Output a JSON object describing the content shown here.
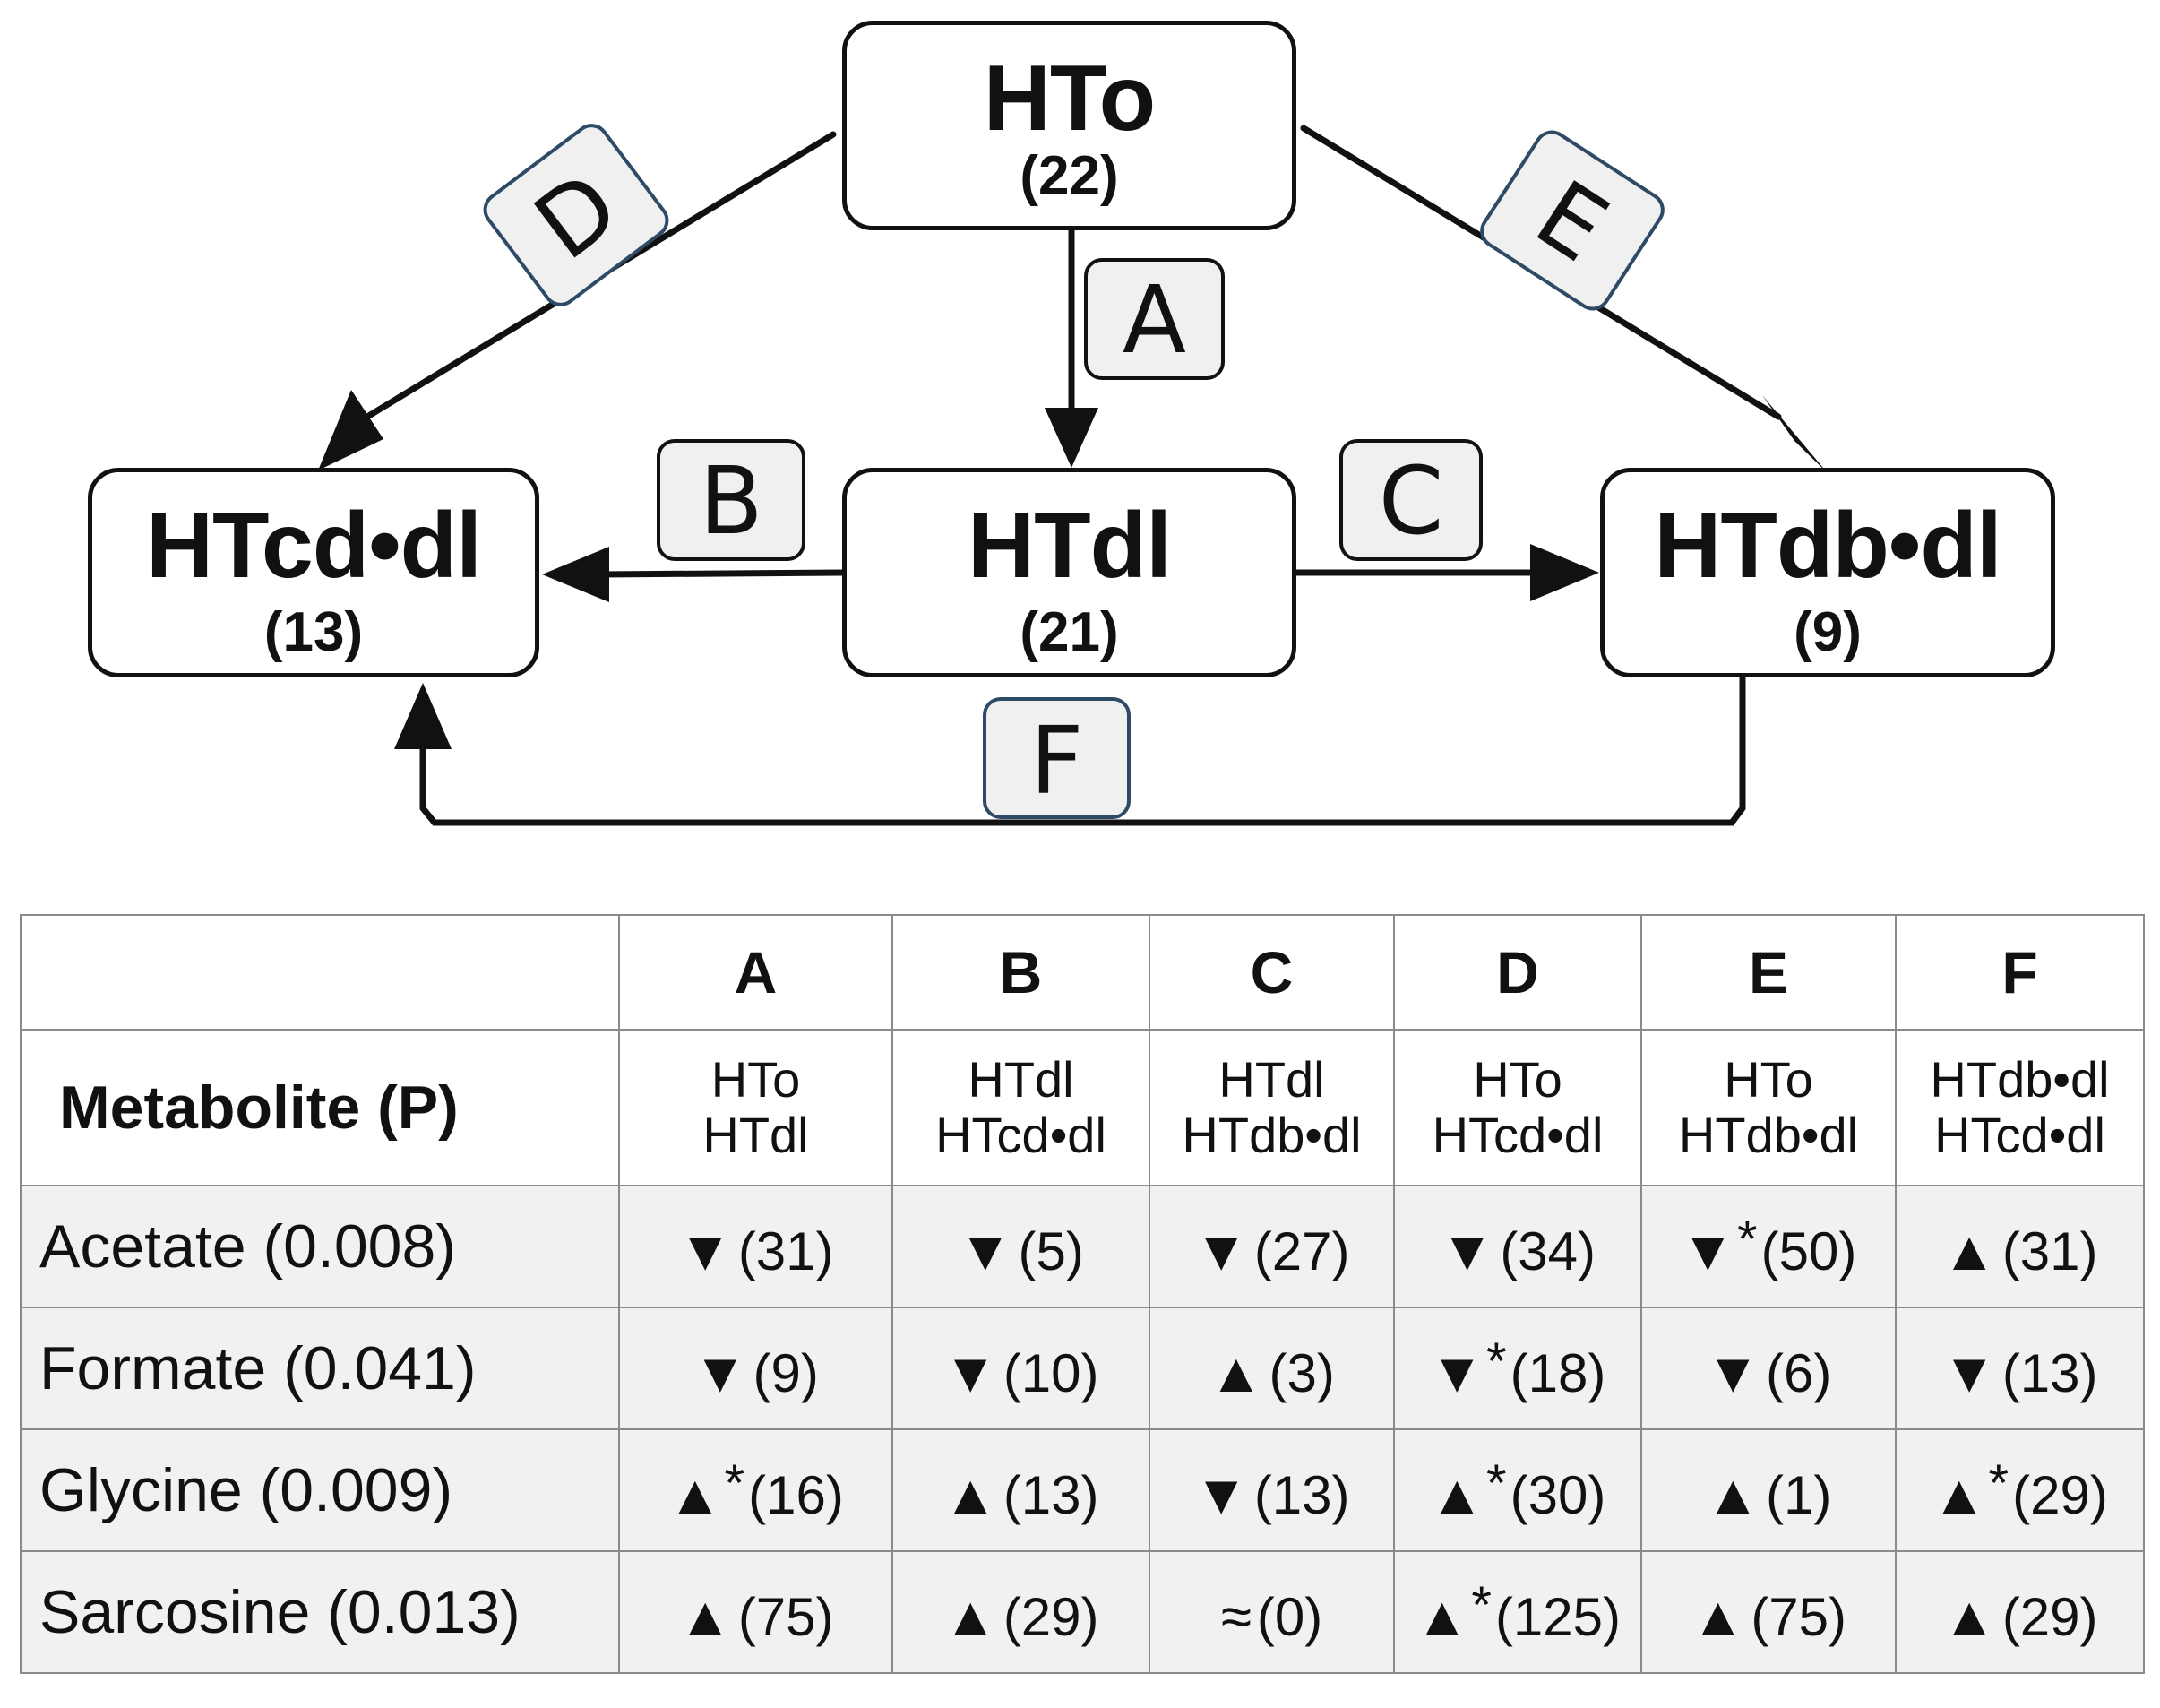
{
  "diagram": {
    "nodes": {
      "hto": {
        "label": "HTo",
        "count": "(22)"
      },
      "htdl": {
        "label": "HTdl",
        "count": "(21)"
      },
      "htcd": {
        "label": "HTcd•dl",
        "count": "(13)"
      },
      "htdb": {
        "label": "HTdb•dl",
        "count": "(9)"
      }
    },
    "edges": {
      "a": "A",
      "b": "B",
      "c": "C",
      "d": "D",
      "e": "E",
      "f": "F"
    }
  },
  "table": {
    "header_label": "Metabolite (P)",
    "columns": [
      {
        "letter": "A",
        "from": "HTo",
        "to": "HTdl"
      },
      {
        "letter": "B",
        "from": "HTdl",
        "to": "HTcd•dl"
      },
      {
        "letter": "C",
        "from": "HTdl",
        "to": "HTdb•dl"
      },
      {
        "letter": "D",
        "from": "HTo",
        "to": "HTcd•dl"
      },
      {
        "letter": "E",
        "from": "HTo",
        "to": "HTdb•dl"
      },
      {
        "letter": "F",
        "from": "HTdb•dl",
        "to": "HTcd•dl"
      }
    ],
    "rows": [
      {
        "name": "Acetate (0.008)",
        "cells": [
          {
            "arrow": "▼",
            "star": "",
            "value": "(31)"
          },
          {
            "arrow": "▼",
            "star": "",
            "value": "(5)"
          },
          {
            "arrow": "▼",
            "star": "",
            "value": "(27)"
          },
          {
            "arrow": "▼",
            "star": "",
            "value": "(34)"
          },
          {
            "arrow": "▼",
            "star": "*",
            "value": "(50)"
          },
          {
            "arrow": "▲",
            "star": "",
            "value": "(31)"
          }
        ]
      },
      {
        "name": "Formate (0.041)",
        "cells": [
          {
            "arrow": "▼",
            "star": "",
            "value": "(9)"
          },
          {
            "arrow": "▼",
            "star": "",
            "value": "(10)"
          },
          {
            "arrow": "▲",
            "star": "",
            "value": "(3)"
          },
          {
            "arrow": "▼",
            "star": "*",
            "value": "(18)"
          },
          {
            "arrow": "▼",
            "star": "",
            "value": "(6)"
          },
          {
            "arrow": "▼",
            "star": "",
            "value": "(13)"
          }
        ]
      },
      {
        "name": "Glycine (0.009)",
        "cells": [
          {
            "arrow": "▲",
            "star": "*",
            "value": "(16)"
          },
          {
            "arrow": "▲",
            "star": "",
            "value": "(13)"
          },
          {
            "arrow": "▼",
            "star": "",
            "value": "(13)"
          },
          {
            "arrow": "▲",
            "star": "*",
            "value": "(30)"
          },
          {
            "arrow": "▲",
            "star": "",
            "value": "(1)"
          },
          {
            "arrow": "▲",
            "star": "*",
            "value": "(29)"
          }
        ]
      },
      {
        "name": "Sarcosine (0.013)",
        "cells": [
          {
            "arrow": "▲",
            "star": "",
            "value": "(75)"
          },
          {
            "arrow": "▲",
            "star": "",
            "value": "(29)"
          },
          {
            "arrow": "≈",
            "star": "",
            "value": "(0)"
          },
          {
            "arrow": "▲",
            "star": "*",
            "value": "(125)"
          },
          {
            "arrow": "▲",
            "star": "",
            "value": "(75)"
          },
          {
            "arrow": "▲",
            "star": "",
            "value": "(29)"
          }
        ]
      }
    ]
  }
}
